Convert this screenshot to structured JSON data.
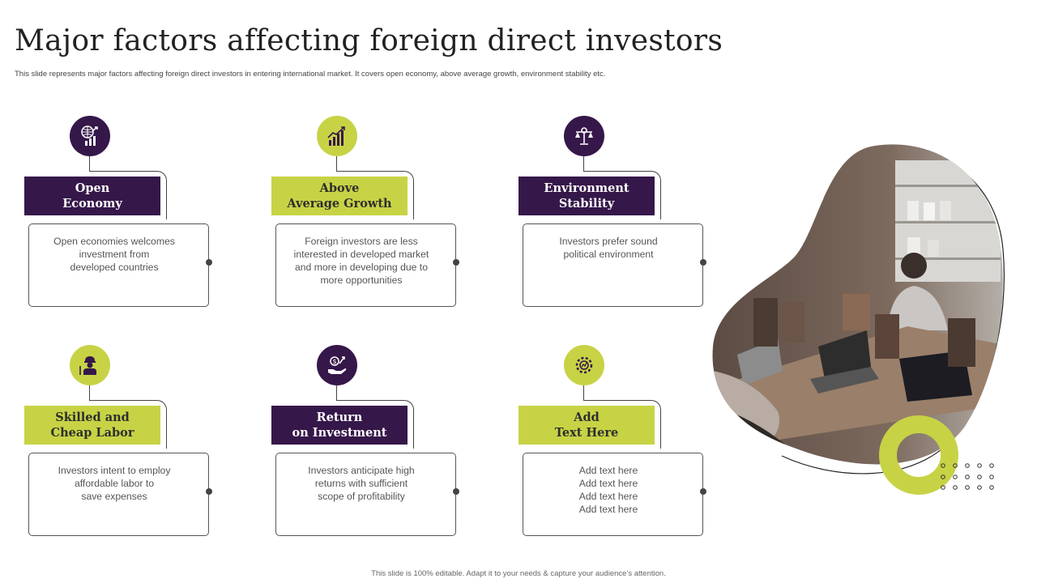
{
  "header": {
    "title": "Major factors affecting foreign direct investors",
    "subtitle": "This slide represents major factors affecting foreign direct investors in entering international market. It covers open economy, above average growth, environment stability etc."
  },
  "cards": [
    {
      "heading": [
        "Open",
        "Economy"
      ],
      "text": [
        "Open economies welcomes",
        "investment from",
        "developed countries"
      ],
      "icon": "globe-growth-chart-icon",
      "heading_color": "#36174a",
      "icon_color": "#36174a"
    },
    {
      "heading": [
        "Above",
        "Average Growth"
      ],
      "text": [
        "Foreign investors are less",
        "interested in developed market",
        "and more in developing due to",
        "more opportunities"
      ],
      "icon": "growth-bar-chart-icon",
      "heading_color": "#c7d345",
      "icon_color": "#c7d345"
    },
    {
      "heading": [
        "Environment",
        "Stability"
      ],
      "text": [
        "Investors prefer sound",
        "political environment"
      ],
      "icon": "balance-scale-icon",
      "heading_color": "#36174a",
      "icon_color": "#36174a"
    },
    {
      "heading": [
        "Skilled and",
        "Cheap Labor"
      ],
      "text": [
        "Investors intent to employ",
        "affordable labor to",
        "save expenses"
      ],
      "icon": "worker-icon",
      "heading_color": "#c7d345",
      "icon_color": "#c7d345"
    },
    {
      "heading": [
        "Return",
        "on Investment"
      ],
      "text": [
        "Investors anticipate high",
        "returns with sufficient",
        "scope of profitability"
      ],
      "icon": "dollar-hand-icon",
      "heading_color": "#36174a",
      "icon_color": "#36174a"
    },
    {
      "heading": [
        "Add",
        "Text Here"
      ],
      "text": [
        "Add text here",
        "Add text here",
        "Add text here",
        "Add text here"
      ],
      "icon": "gear-network-icon",
      "heading_color": "#c7d345",
      "icon_color": "#c7d345"
    }
  ],
  "footer": {
    "note": "This slide is 100% editable. Adapt it to your needs & capture your audience’s attention."
  },
  "colors": {
    "purple": "#36174a",
    "green": "#c7d345"
  }
}
